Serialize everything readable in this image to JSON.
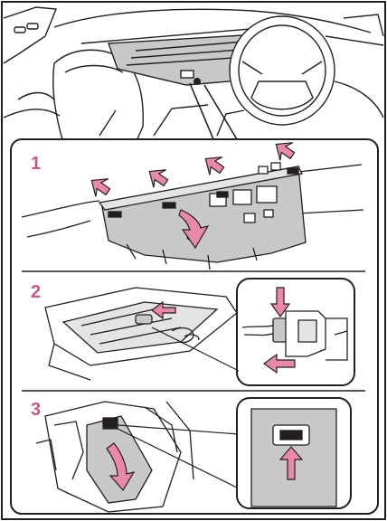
{
  "figure": {
    "steps": [
      {
        "number": "1"
      },
      {
        "number": "2"
      },
      {
        "number": "3"
      }
    ],
    "colors": {
      "line": "#231f20",
      "panel_fill": "#c8c8c8",
      "panel_fill_light": "#e4e4e4",
      "arrow_fill": "#e88aa6",
      "step_number": "#c9578a"
    },
    "icons": {
      "push_arrow": "arrow-icon",
      "release_tab": "release-tab-icon"
    }
  }
}
